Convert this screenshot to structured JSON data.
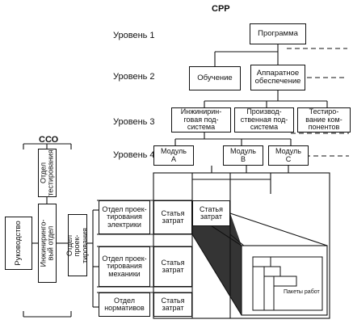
{
  "title": "СРР",
  "levels": {
    "l1": "Уровень 1",
    "l2": "Уровень 2",
    "l3": "Уровень 3",
    "l4": "Уровень 4"
  },
  "wbs": {
    "program": "Программа",
    "training": "Обучение",
    "hardware": "Аппаратное\nобеспечение",
    "engineering": "Инжинирин-\nговая под-\nсистема",
    "production": "Производ-\nственная под-\nсистема",
    "testing": "Тестиро-\nвание ком-\nпонентов",
    "module_a": "Модуль\nА",
    "module_b": "Модуль\nB",
    "module_c": "Модуль\nС"
  },
  "obs": {
    "title": "ССО",
    "management": "Руководство",
    "engineering_dept": "Инжинирингo-\nвый отдел",
    "testing_dept": "Отдел\nтестирования",
    "design_dept": "Отдел проек-\nтирования",
    "design_electrical": "Отдел проек-\nтирования\nэлектрики",
    "design_mechanical": "Отдел проек-\nтирования\nмеханики",
    "standards_dept": "Отдел\nнормативов"
  },
  "cost_account": "Статья\nзатрат",
  "work_package": "Пакеты работ"
}
